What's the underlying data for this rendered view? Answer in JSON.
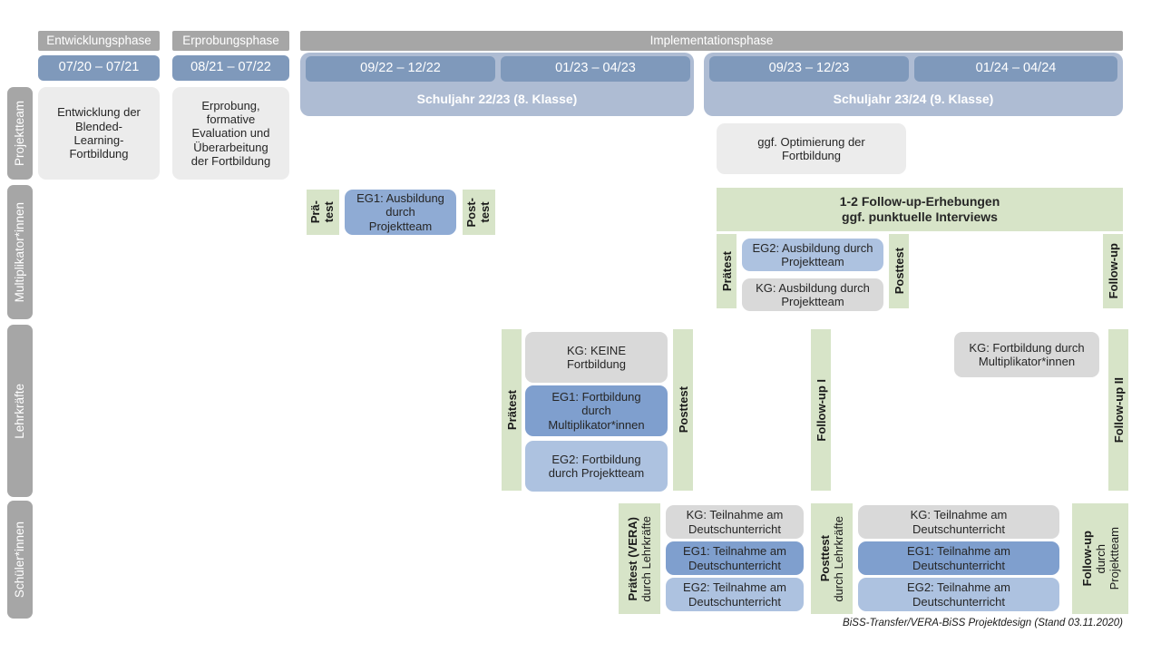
{
  "footer": {
    "text": "BiSS-Transfer/VERA-BiSS Projektdesign (Stand 03.11.2020)"
  },
  "colors": {
    "phase_bar": "#a6a6a6",
    "date_pill": "#7f99bb",
    "schoolyear": "#aebcd3",
    "actor_label": "#a6a6a6",
    "green": "#d7e4c8",
    "gray_light": "#ececec",
    "gray": "#d9d9d9",
    "blue_dark": "#7f9fce",
    "blue_medium": "#8fabd4",
    "blue_light": "#adc2e0"
  },
  "phases": [
    {
      "label": "Entwicklungsphase"
    },
    {
      "label": "Erprobungsphase"
    },
    {
      "label": "Implementationsphase"
    }
  ],
  "date_ranges": [
    {
      "label": "07/20 – 07/21"
    },
    {
      "label": "08/21 – 07/22"
    },
    {
      "label": "09/22 – 12/22"
    },
    {
      "label": "01/23 – 04/23"
    },
    {
      "label": "09/23 – 12/23"
    },
    {
      "label": "01/24 – 04/24"
    }
  ],
  "school_years": [
    {
      "label": "Schuljahr 22/23 (8. Klasse)"
    },
    {
      "label": "Schuljahr 23/24 (9. Klasse)"
    }
  ],
  "actors": [
    {
      "label": "Projektteam"
    },
    {
      "label": "Multiplikator*innen"
    },
    {
      "label": "Lehrkräfte"
    },
    {
      "label": "Schüler*innen"
    }
  ],
  "projektteam_row": {
    "entwicklung": "Entwicklung der\nBlended-\nLearning-\nFortbildung",
    "erprobung": "Erprobung,\nformative\nEvaluation und\nÜberarbeitung\nder Fortbildung",
    "optimierung": "ggf. Optimierung der\nFortbildung"
  },
  "multiplikator_row": {
    "praetest_1": "Prä-\ntest",
    "eg1": "EG1: Ausbildung\ndurch\nProjektteam",
    "posttest_1": "Post-\ntest",
    "followup_banner": "1-2 Follow-up-Erhebungen\nggf. punktuelle Interviews",
    "praetest_2": "Prätest",
    "eg2": "EG2:  Ausbildung durch\nProjektteam",
    "kg": "KG: Ausbildung durch\nProjektteam",
    "posttest_2": "Posttest",
    "followup": "Follow-up"
  },
  "lehrkraefte_row": {
    "praetest": "Prätest",
    "kg": "KG:  KEINE\nFortbildung",
    "eg1": "EG1: Fortbildung\ndurch\nMultiplikator*innen",
    "eg2": "EG2: Fortbildung\ndurch Projektteam",
    "posttest": "Posttest",
    "followup_1": "Follow-up I",
    "kg_2": "KG: Fortbildung durch\nMultiplikator*innen",
    "followup_2": "Follow-up II"
  },
  "schueler_row": {
    "praetest_main": "Prätest (VERA)",
    "praetest_sub": "durch Lehrkräfte",
    "kg_1": "KG: Teilnahme am\nDeutschunterricht",
    "eg1_1": "EG1: Teilnahme am\nDeutschunterricht",
    "eg2_1": "EG2: Teilnahme am\nDeutschunterricht",
    "posttest_main": "Posttest",
    "posttest_sub": "durch Lehrkräfte",
    "kg_2": "KG: Teilnahme am\nDeutschunterricht",
    "eg1_2": "EG1: Teilnahme am\nDeutschunterricht",
    "eg2_2": "EG2: Teilnahme am\nDeutschunterricht",
    "followup_main": "Follow-up",
    "followup_sub1": "durch",
    "followup_sub2": "Projektteam"
  }
}
